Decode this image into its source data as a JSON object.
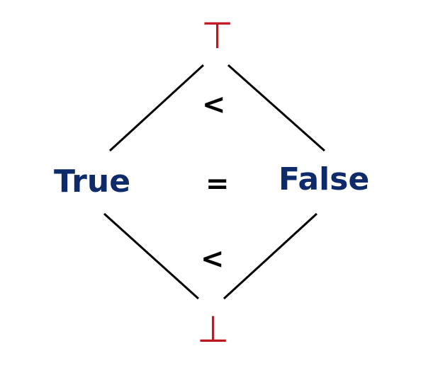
{
  "diagram": {
    "top_symbol": "⊤",
    "bottom_symbol": "⊥",
    "left_label": "True",
    "right_label": "False",
    "center_relation": "=",
    "upper_order": "<",
    "lower_order": "<",
    "colors": {
      "extremes": "#c0161f",
      "labels": "#0d2a6b",
      "edges": "#000000"
    },
    "nodes": [
      "⊤",
      "True",
      "False",
      "⊥"
    ],
    "edges": [
      {
        "from": "True",
        "to": "⊤"
      },
      {
        "from": "False",
        "to": "⊤"
      },
      {
        "from": "⊥",
        "to": "True"
      },
      {
        "from": "⊥",
        "to": "False"
      }
    ]
  }
}
